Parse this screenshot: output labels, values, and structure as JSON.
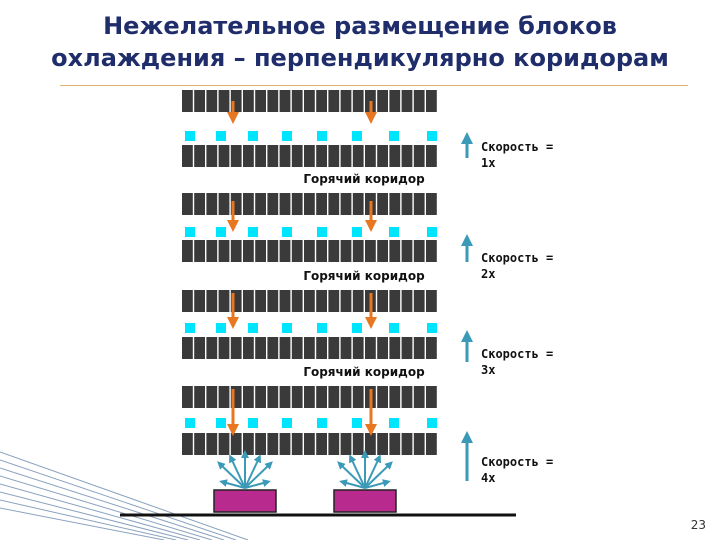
{
  "slide": {
    "title_line1": "Нежелательное размещение блоков",
    "title_line2": "охлаждения – перпендикулярно коридорам",
    "page_number": "23"
  },
  "hot_aisle_label": "Горячий коридор",
  "speed_labels": [
    "Скорость =\n1x",
    "Скорость =\n2x",
    "Скорость =\n3x",
    "Скорость =\n4x"
  ],
  "colors": {
    "title": "#1f2d6b",
    "rack": "#3a3a3a",
    "tile": "#00e5ff",
    "hot_arrow": "#e87722",
    "cool_arrow": "#3a9ab8",
    "crac_unit": "#b82a8e"
  },
  "icons": {
    "hot_air": "down-arrow-icon",
    "speed": "up-arrow-icon",
    "airflow": "fan-out-arrows-icon"
  }
}
